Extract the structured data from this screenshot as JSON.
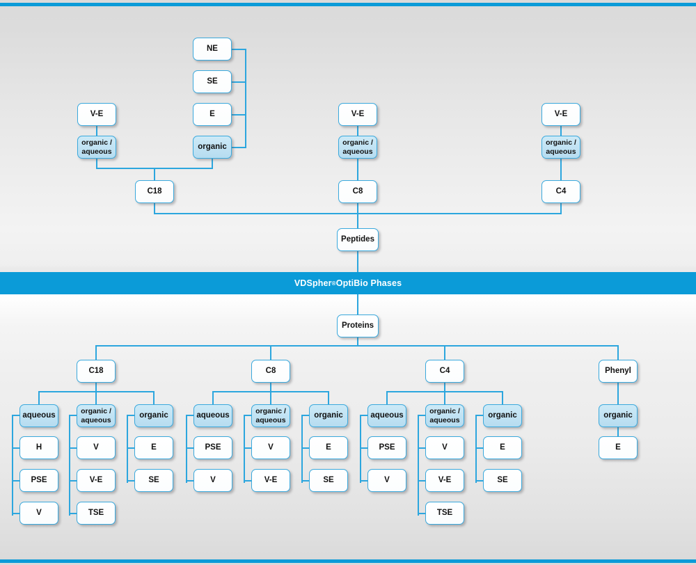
{
  "banner": {
    "brand": "VDSpher",
    "registered": "®",
    "suffix": " OptiBio Phases",
    "bg_color": "#0b9bd8",
    "text_color": "#ffffff"
  },
  "theme": {
    "line_color": "#2ca6de",
    "node_border": "#3aa9dd",
    "node_fill_white": "#ffffff",
    "node_fill_highlight": "#bfe2f3",
    "page_bg": "#e8e8e8"
  },
  "diagram": {
    "type": "tree",
    "roots": [
      "Peptides",
      "Proteins"
    ],
    "peptides": {
      "label": "Peptides",
      "branches": [
        {
          "phase": "C18",
          "modes": [
            {
              "label": "organic /\naqueous",
              "highlight": true,
              "parents": [
                "V-E"
              ]
            },
            {
              "label": "organic",
              "highlight": true,
              "parents": [
                "NE",
                "SE",
                "E"
              ]
            }
          ]
        },
        {
          "phase": "C8",
          "modes": [
            {
              "label": "organic /\naqueous",
              "highlight": true,
              "parents": [
                "V-E"
              ]
            }
          ]
        },
        {
          "phase": "C4",
          "modes": [
            {
              "label": "organic /\naqueous",
              "highlight": true,
              "parents": [
                "V-E"
              ]
            }
          ]
        }
      ]
    },
    "proteins": {
      "label": "Proteins",
      "branches": [
        {
          "phase": "C18",
          "groups": [
            {
              "label": "aqueous",
              "highlight": true,
              "items": [
                "H",
                "PSE",
                "V"
              ]
            },
            {
              "label": "organic /\naqueous",
              "highlight": true,
              "items": [
                "V",
                "V-E",
                "TSE"
              ]
            },
            {
              "label": "organic",
              "highlight": true,
              "items": [
                "E",
                "SE"
              ]
            }
          ]
        },
        {
          "phase": "C8",
          "groups": [
            {
              "label": "aqueous",
              "highlight": true,
              "items": [
                "PSE",
                "V"
              ]
            },
            {
              "label": "organic /\naqueous",
              "highlight": true,
              "items": [
                "V",
                "V-E"
              ]
            },
            {
              "label": "organic",
              "highlight": true,
              "items": [
                "E",
                "SE"
              ]
            }
          ]
        },
        {
          "phase": "C4",
          "groups": [
            {
              "label": "aqueous",
              "highlight": true,
              "items": [
                "PSE",
                "V"
              ]
            },
            {
              "label": "organic /\naqueous",
              "highlight": true,
              "items": [
                "V",
                "V-E",
                "TSE"
              ]
            },
            {
              "label": "organic",
              "highlight": true,
              "items": [
                "E",
                "SE"
              ]
            }
          ]
        },
        {
          "phase": "Phenyl",
          "groups": [
            {
              "label": "organic",
              "highlight": true,
              "items": [
                "E"
              ]
            }
          ]
        }
      ]
    }
  },
  "nodes": {
    "top_ne": "NE",
    "top_se": "SE",
    "top_e": "E",
    "top_organic": "organic",
    "c18_ve": "V-E",
    "c18_orgaq": "organic /\naqueous",
    "c18_top": "C18",
    "c8_ve": "V-E",
    "c8_orgaq": "organic /\naqueous",
    "c8_top": "C8",
    "c4_ve": "V-E",
    "c4_orgaq": "organic /\naqueous",
    "c4_top": "C4",
    "peptides": "Peptides",
    "proteins": "Proteins",
    "b_c18": "C18",
    "b_c18_aqueous": "aqueous",
    "b_c18_aq_1": "H",
    "b_c18_aq_2": "PSE",
    "b_c18_aq_3": "V",
    "b_c18_orgaq": "organic /\naqueous",
    "b_c18_oa_1": "V",
    "b_c18_oa_2": "V-E",
    "b_c18_oa_3": "TSE",
    "b_c18_org": "organic",
    "b_c18_o_1": "E",
    "b_c18_o_2": "SE",
    "b_c8": "C8",
    "b_c8_aqueous": "aqueous",
    "b_c8_aq_1": "PSE",
    "b_c8_aq_2": "V",
    "b_c8_orgaq": "organic /\naqueous",
    "b_c8_oa_1": "V",
    "b_c8_oa_2": "V-E",
    "b_c8_org": "organic",
    "b_c8_o_1": "E",
    "b_c8_o_2": "SE",
    "b_c4": "C4",
    "b_c4_aqueous": "aqueous",
    "b_c4_aq_1": "PSE",
    "b_c4_aq_2": "V",
    "b_c4_orgaq": "organic /\naqueous",
    "b_c4_oa_1": "V",
    "b_c4_oa_2": "V-E",
    "b_c4_oa_3": "TSE",
    "b_c4_org": "organic",
    "b_c4_o_1": "E",
    "b_c4_o_2": "SE",
    "b_phenyl": "Phenyl",
    "b_phenyl_org": "organic",
    "b_phenyl_o_1": "E"
  }
}
